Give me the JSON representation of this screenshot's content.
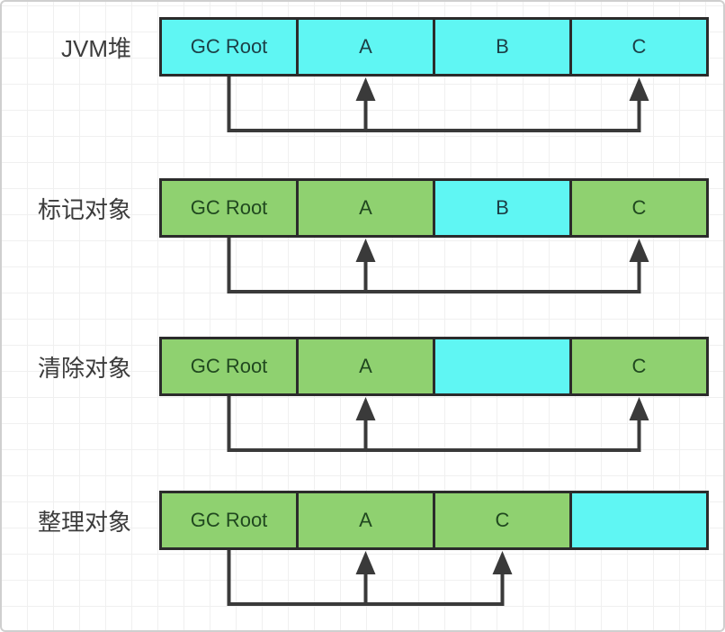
{
  "colors": {
    "cyan": "#5ff6f3",
    "green": "#8fd170",
    "cell_border": "#2b2b2b",
    "arrow": "#3a3a3a",
    "label_text": "#3c3c3c",
    "cyan_text": "#1c3f46",
    "green_text": "#20481f",
    "grid": "#f0f0f0"
  },
  "rows": [
    {
      "label": "JVM堆",
      "cells": [
        {
          "text": "GC Root",
          "fill": "cyan"
        },
        {
          "text": "A",
          "fill": "cyan"
        },
        {
          "text": "B",
          "fill": "cyan"
        },
        {
          "text": "C",
          "fill": "cyan"
        }
      ],
      "arrow_source": 0,
      "arrow_targets": [
        1,
        3
      ]
    },
    {
      "label": "标记对象",
      "cells": [
        {
          "text": "GC Root",
          "fill": "green"
        },
        {
          "text": "A",
          "fill": "green"
        },
        {
          "text": "B",
          "fill": "cyan"
        },
        {
          "text": "C",
          "fill": "green"
        }
      ],
      "arrow_source": 0,
      "arrow_targets": [
        1,
        3
      ]
    },
    {
      "label": "清除对象",
      "cells": [
        {
          "text": "GC Root",
          "fill": "green"
        },
        {
          "text": "A",
          "fill": "green"
        },
        {
          "text": "",
          "fill": "cyan"
        },
        {
          "text": "C",
          "fill": "green"
        }
      ],
      "arrow_source": 0,
      "arrow_targets": [
        1,
        3
      ]
    },
    {
      "label": "整理对象",
      "cells": [
        {
          "text": "GC Root",
          "fill": "green"
        },
        {
          "text": "A",
          "fill": "green"
        },
        {
          "text": "C",
          "fill": "green"
        },
        {
          "text": "",
          "fill": "cyan"
        }
      ],
      "arrow_source": 0,
      "arrow_targets": [
        1,
        2
      ]
    }
  ]
}
